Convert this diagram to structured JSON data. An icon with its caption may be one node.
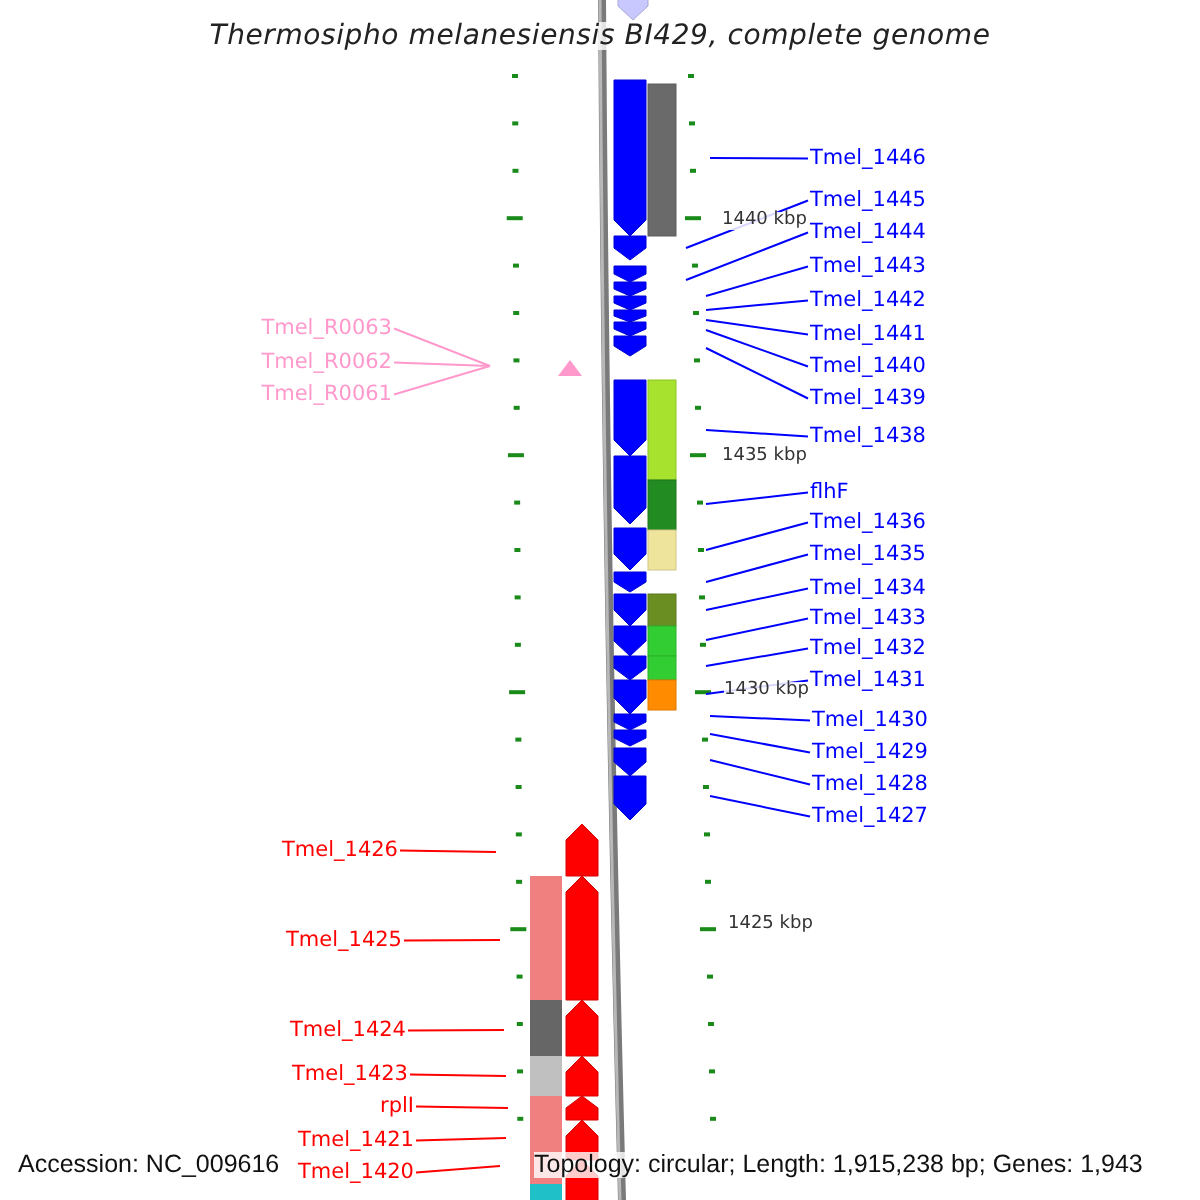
{
  "diagram": {
    "title": "Thermosipho melanesiensis BI429, complete genome",
    "nodes": [
      {
        "text": [
          "Tmel_1446"
        ]
      },
      {
        "text": [
          "Tmel_1445"
        ]
      },
      {
        "text": [
          "Tmel_1444"
        ]
      },
      {
        "text": [
          "Tmel_1443"
        ]
      },
      {
        "text": [
          "Tmel_1442"
        ]
      },
      {
        "text": [
          "Tmel_1441"
        ]
      },
      {
        "text": [
          "Tmel_1440"
        ]
      },
      {
        "text": [
          "Tmel_1439"
        ]
      },
      {
        "text": [
          "Tmel_1438"
        ]
      },
      {
        "text": [
          "flhF"
        ]
      },
      {
        "text": [
          "Tmel_1436"
        ]
      },
      {
        "text": [
          "Tmel_1435"
        ]
      },
      {
        "text": [
          "Tmel_1434"
        ]
      },
      {
        "text": [
          "Tmel_1433"
        ]
      },
      {
        "text": [
          "Tmel_1432"
        ]
      },
      {
        "text": [
          "Tmel_1431"
        ]
      },
      {
        "text": [
          "Tmel_1430"
        ]
      },
      {
        "text": [
          "Tmel_1429"
        ]
      },
      {
        "text": [
          "Tmel_1428"
        ]
      },
      {
        "text": [
          "Tmel_1427"
        ]
      },
      {
        "text": [
          "Tmel_R0063"
        ]
      },
      {
        "text": [
          "Tmel_R0062"
        ]
      },
      {
        "text": [
          "Tmel_R0061"
        ]
      },
      {
        "text": [
          "Tmel_1426"
        ]
      },
      {
        "text": [
          "Tmel_1425"
        ]
      },
      {
        "text": [
          "Tmel_1424"
        ]
      },
      {
        "text": [
          "Tmel_1423"
        ]
      },
      {
        "text": [
          "rplI"
        ]
      },
      {
        "text": [
          "Tmel_1421"
        ]
      },
      {
        "text": [
          "Tmel_1420"
        ]
      }
    ],
    "edges": [
      {
        "from": 0,
        "to": null,
        "arrow": "none"
      },
      {
        "from": 1,
        "to": null,
        "arrow": "none"
      },
      {
        "from": 2,
        "to": null,
        "arrow": "none"
      },
      {
        "from": 3,
        "to": null,
        "arrow": "none"
      },
      {
        "from": 4,
        "to": null,
        "arrow": "none"
      },
      {
        "from": 5,
        "to": null,
        "arrow": "none"
      },
      {
        "from": 6,
        "to": null,
        "arrow": "none"
      },
      {
        "from": 7,
        "to": null,
        "arrow": "none"
      },
      {
        "from": 8,
        "to": null,
        "arrow": "none"
      },
      {
        "from": 9,
        "to": null,
        "arrow": "none"
      },
      {
        "from": 10,
        "to": null,
        "arrow": "none"
      },
      {
        "from": 11,
        "to": null,
        "arrow": "none"
      },
      {
        "from": 12,
        "to": null,
        "arrow": "none"
      },
      {
        "from": 13,
        "to": null,
        "arrow": "none"
      },
      {
        "from": 14,
        "to": null,
        "arrow": "none"
      },
      {
        "from": 15,
        "to": null,
        "arrow": "none"
      },
      {
        "from": 16,
        "to": null,
        "arrow": "none"
      },
      {
        "from": 17,
        "to": null,
        "arrow": "none"
      },
      {
        "from": 18,
        "to": null,
        "arrow": "none"
      },
      {
        "from": 19,
        "to": null,
        "arrow": "none"
      },
      {
        "from": 20,
        "to": null,
        "arrow": "none",
        "color": "#ff99cc"
      },
      {
        "from": 21,
        "to": null,
        "arrow": "none",
        "color": "#ff99cc"
      },
      {
        "from": 22,
        "to": null,
        "arrow": "none",
        "color": "#ff99cc"
      },
      {
        "from": 23,
        "to": null,
        "arrow": "none",
        "color": "#ff0000"
      },
      {
        "from": 24,
        "to": null,
        "arrow": "none",
        "color": "#ff0000"
      },
      {
        "from": 25,
        "to": null,
        "arrow": "none",
        "color": "#ff0000"
      },
      {
        "from": 26,
        "to": null,
        "arrow": "none",
        "color": "#ff0000"
      },
      {
        "from": 27,
        "to": null,
        "arrow": "none",
        "color": "#ff0000"
      },
      {
        "from": 28,
        "to": null,
        "arrow": "none",
        "color": "#ff0000"
      },
      {
        "from": 29,
        "to": null,
        "arrow": "none",
        "color": "#ff0000"
      }
    ],
    "labels": [
      "1440 kbp",
      "1435 kbp",
      "1430 kbp",
      "1425 kbp",
      "Accession: NC_009616",
      "Topology: circular; Length: 1,915,238 bp; Genes: 1,943"
    ]
  }
}
